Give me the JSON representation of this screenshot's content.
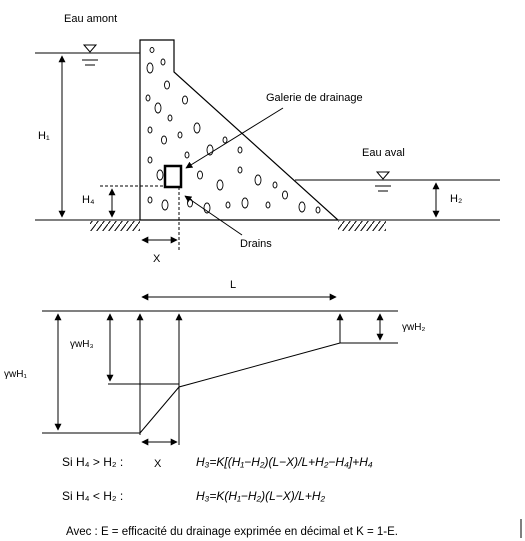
{
  "top_diagram": {
    "upstream_label": "Eau amont",
    "downstream_label": "Eau aval",
    "gallery_label": "Galerie de drainage",
    "drains_label": "Drains",
    "h1_label": "H₁",
    "h2_label": "H₂",
    "h4_label": "H₄",
    "x_label": "X"
  },
  "bottom_diagram": {
    "l_label": "L",
    "gw_h1_label": "γwH₁",
    "gw_h2_label": "γwH₂",
    "gw_h3_label": "γwH₃",
    "x_label": "X"
  },
  "formulas": {
    "case1_condition": "Si   H₄ > H₂ :",
    "case1_equation": "H₃=K[(H₁−H₂)(L−X)/L+H₂−H₄]+H₄",
    "case2_condition": "Si   H₄ < H₂ :",
    "case2_equation": "H₃=K(H₁−H₂)(L−X)/L+H₂",
    "footnote": "Avec : E = efficacité du drainage exprimée en décimal et K = 1-E."
  }
}
